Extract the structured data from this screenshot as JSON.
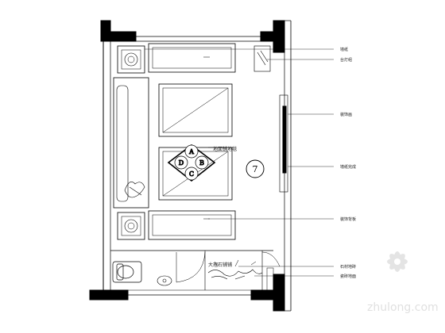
{
  "plan": {
    "annotation_carpet": "地面铺地毯",
    "annotation_marble": "大理石铺铺",
    "section_mark": "7",
    "chair_labels": [
      "A",
      "B",
      "C",
      "D"
    ],
    "callouts": [
      "墙纸",
      "台灯组",
      "装饰画",
      "墙纸完成",
      "装饰背板",
      "石材地砖",
      "瓷砖地面"
    ]
  },
  "watermark": {
    "text": "zhulong.com"
  }
}
